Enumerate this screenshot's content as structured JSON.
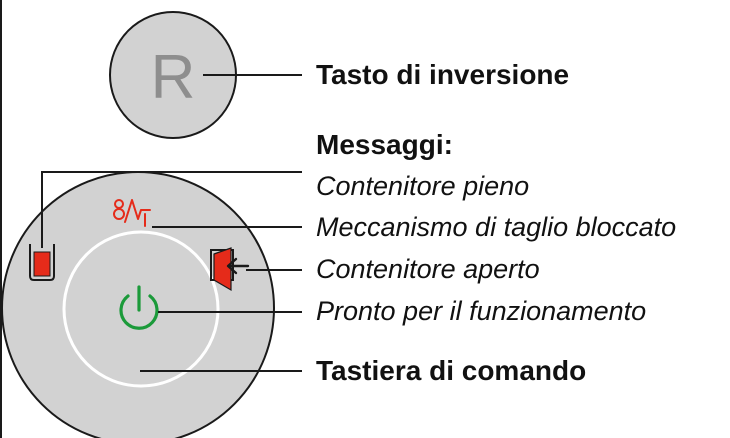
{
  "reverse_key": {
    "glyph": "R",
    "label": "Tasto di inversione"
  },
  "messages": {
    "heading": "Messaggi:",
    "items": [
      {
        "label": "Contenitore pieno",
        "icon": "bin-full-icon",
        "color": "#e52b1a"
      },
      {
        "label": "Meccanismo di taglio bloccato",
        "icon": "cutter-blocked-icon",
        "color": "#e52b1a"
      },
      {
        "label": "Contenitore aperto",
        "icon": "bin-open-icon",
        "color": "#e52b1a"
      },
      {
        "label": "Pronto per il funzionamento",
        "icon": "power-icon",
        "color": "#1b9a3a"
      }
    ]
  },
  "control_panel": {
    "label": "Tastiera di comando"
  },
  "colors": {
    "panel_fill": "#d2d2d2",
    "panel_stroke": "#1a1a1a",
    "ring": "#ffffff",
    "alert_red": "#e52b1a",
    "ready_green": "#1b9a3a",
    "leader": "#1a1a1a"
  }
}
